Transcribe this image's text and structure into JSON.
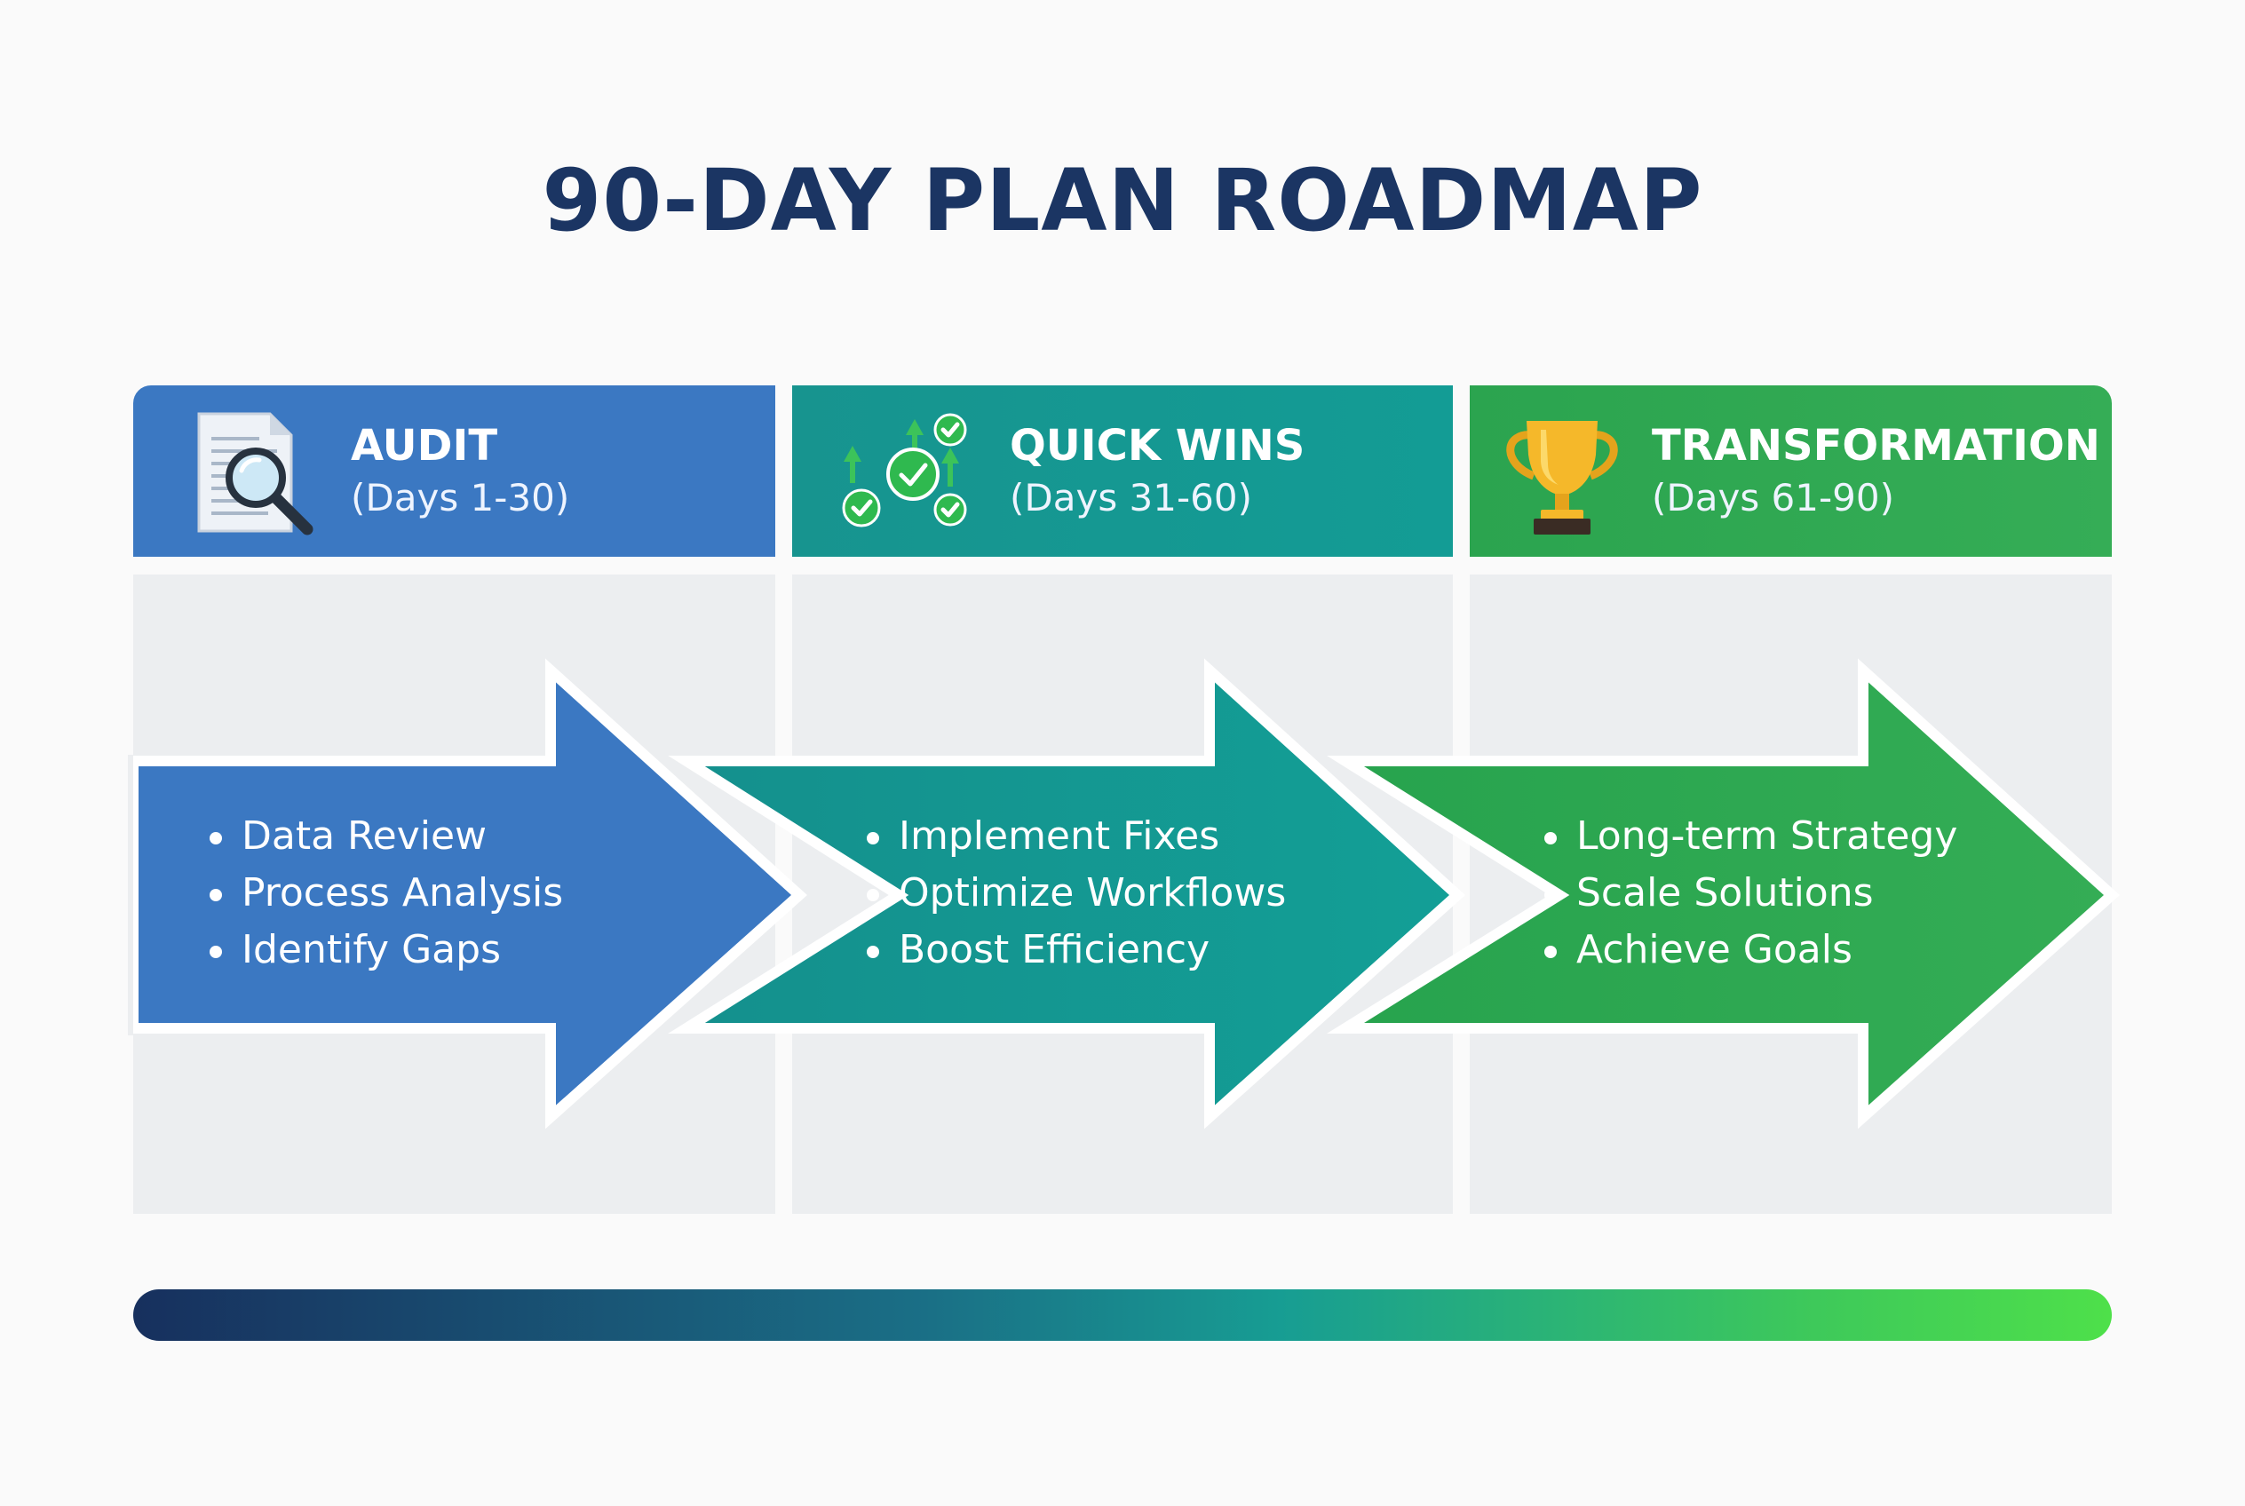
{
  "title": "90-DAY PLAN ROADMAP",
  "colors": {
    "title": "#1b3563",
    "audit": "#3b78c2",
    "quick_wins": "#149a93",
    "transformation": "#33ab55",
    "panel": "#eceef0"
  },
  "phases": [
    {
      "name": "AUDIT",
      "days": "(Days 1-30)",
      "icon": "document-magnifier-icon",
      "items": [
        "Data Review",
        "Process Analysis",
        "Identify Gaps"
      ]
    },
    {
      "name": "QUICK WINS",
      "days": "(Days 31-60)",
      "icon": "checkmarks-growth-icon",
      "items": [
        "Implement Fixes",
        "Optimize Workflows",
        "Boost Efficiency"
      ]
    },
    {
      "name": "TRANSFORMATION",
      "days": "(Days 61-90)",
      "icon": "trophy-icon",
      "items": [
        "Long-term Strategy",
        "Scale Solutions",
        "Achieve Goals"
      ]
    }
  ]
}
